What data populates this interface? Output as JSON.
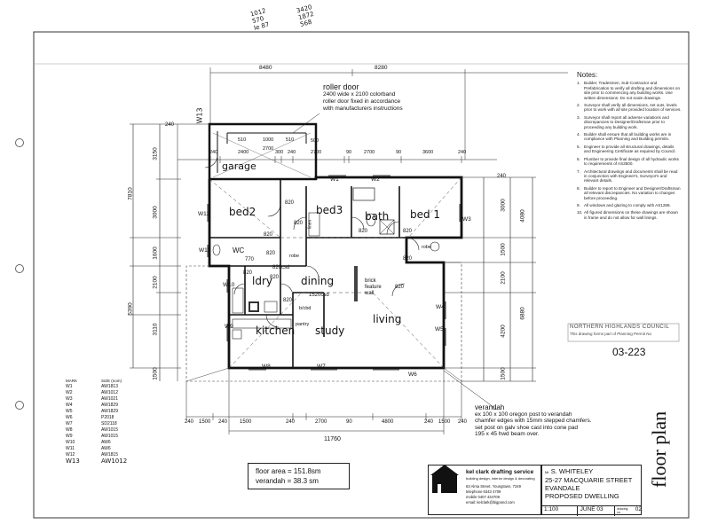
{
  "handwritten_corner": [
    "1012",
    "570",
    "le 87",
    "3420",
    "1872",
    "568"
  ],
  "overall_dims_top": [
    "8480",
    "8280"
  ],
  "roller_door_note": [
    "roller door",
    "2400 wide x 2100 colorband",
    "roller door fixed in accordance",
    "with manufacturers instructions"
  ],
  "rooms": {
    "garage": "garage",
    "bed2": "bed2",
    "bed3": "bed3",
    "bath": "bath",
    "bed1": "bed 1",
    "wc": "WC",
    "ldry": "ldry",
    "dining": "dining",
    "living": "living",
    "kitchen": "kitchen",
    "study": "study",
    "linen": "linen",
    "robe": "robe",
    "robe2": "robe",
    "pantry": "pantry",
    "bkfast": "b/cbd",
    "brick_wall": [
      "brick",
      "feature",
      "wall"
    ]
  },
  "windows": [
    "W1",
    "W2",
    "W3",
    "W4",
    "W5",
    "W6",
    "W7",
    "W8",
    "W9",
    "W10",
    "W11",
    "W12",
    "W13"
  ],
  "door_widths": [
    "820",
    "820",
    "820",
    "820",
    "820",
    "820",
    "820",
    "820",
    "820",
    "820",
    "820",
    "770",
    "1520csd",
    "820csd"
  ],
  "horizontal_dims_top": [
    "240",
    "2400",
    "300",
    "240",
    "2700",
    "90",
    "2700",
    "90",
    "3600",
    "240"
  ],
  "horizontal_dims_bottom": [
    "240",
    "1500",
    "240",
    "1500",
    "240",
    "2700",
    "90",
    "4800",
    "240",
    "1500",
    "240"
  ],
  "total_width": "11760",
  "vertical_dims_left": [
    "7810",
    "5390",
    "3150",
    "3000",
    "1600",
    "2100",
    "3110",
    "1500",
    "240"
  ],
  "vertical_dims_right": [
    "4080",
    "3000",
    "1500",
    "2100",
    "6880",
    "4200",
    "1500",
    "240"
  ],
  "inner_dims": [
    "510",
    "1000",
    "510",
    "500",
    "2700"
  ],
  "verandah_note": [
    "verandah",
    "ex 100 x 100 oregon post to verandah",
    "chamfer edges with 15mm stepped chamfers.",
    "set post on galv shoe cast into cone pad",
    "195 x 45 hwd beam over."
  ],
  "notes": {
    "title": "Notes:",
    "items": [
      "Builder, Tradesmen, Sub-Contractor and Prefabrication to verify all drafting and dimensions on site prior to commencing any building works. Use written dimensions. Do not scale drawings.",
      "Surveyor shall verify all dimensions, set outs, levels prior to work with all site provided location of services.",
      "Surveyor shall report all adverse variations and discrepancies to Designer/Draftsman prior to proceeding any building work.",
      "Builder shall ensure that all building works are in compliance with Planning and Building permits.",
      "Engineer to provide all structural drawings, details and Engineering Certificate as required by Council.",
      "Plumber to provide final design of all hydraulic works to requirements of AS3500.",
      "Architectural drawings and documents shall be read in conjunction with Engineer's, Surveyor's and relevant details.",
      "Builder to report to Engineer and Designer/Draftsman all relevant discrepancies. No variation to changes before proceeding.",
      "All windows and glazing to comply with AS1288.",
      "All figured dimensions on these drawings are shown in frame and do not allow for wall linings."
    ]
  },
  "council_stamp": [
    "NORTHERN HIGHLANDS COUNCIL",
    "This drawing forms part of Planning Permit No"
  ],
  "permit_number": "03-223",
  "title_vertical": "floor plan",
  "window_schedule": {
    "headers": [
      "MARK",
      "SIZE (nom)"
    ],
    "rows": [
      [
        "W1",
        "AW1813"
      ],
      [
        "W2",
        "AW1012"
      ],
      [
        "W3",
        "AW1021"
      ],
      [
        "W4",
        "AW1829"
      ],
      [
        "W5",
        "AW1829"
      ],
      [
        "W6",
        "P2018"
      ],
      [
        "W7",
        "SD2118"
      ],
      [
        "W8",
        "AW1015"
      ],
      [
        "W9",
        "AW1015"
      ],
      [
        "W10",
        "AW6"
      ],
      [
        "W11",
        "AW6"
      ],
      [
        "W12",
        "AW1815"
      ]
    ],
    "handwritten": [
      "W13",
      "AW1012"
    ]
  },
  "areas": {
    "floor_area": "floor area = 151.8sm",
    "verandah_area": "verandah = 38.3 sm"
  },
  "title_block": {
    "company": "kel clark drafting service",
    "tagline": "building design, interior design & decorating",
    "address": "63 Alma Street, Youngtown, 7249",
    "phone": "telephone 6343 4709",
    "mobile": "mobile 0407 434709",
    "email": "email: kelclark@bigpond.com",
    "client_label": "Mr",
    "client": "S. WHITELEY",
    "address_line": "25-27 MACQUARIE STREET",
    "town": "EVANDALE",
    "project": "PROPOSED DWELLING",
    "scale": "1:100",
    "date": "JUNE 03",
    "drawing_label": "drawing no",
    "drawing_no": "02"
  }
}
